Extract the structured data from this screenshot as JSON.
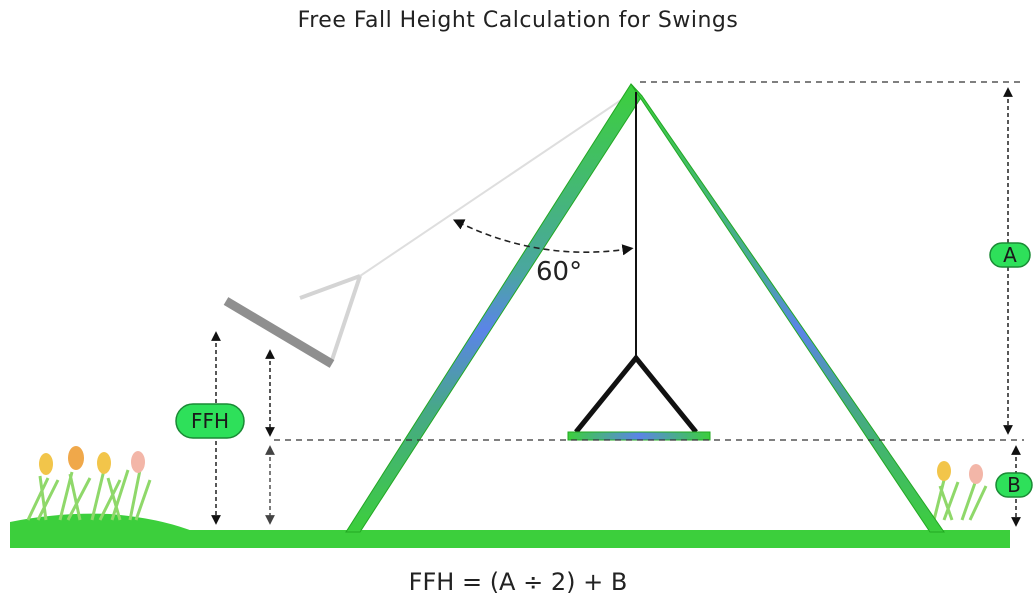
{
  "title": "Free Fall Height Calculation for Swings",
  "angle_label": "60°",
  "labels": {
    "a": "A",
    "b": "B",
    "ffh": "FFH"
  },
  "formula": "FFH = (A ÷ 2) + B",
  "colors": {
    "frame_green": "#3ccf3c",
    "frame_blue": "#5b84e8",
    "ground": "#3ccf3c",
    "badge_fill": "#2ee05a",
    "dashed_line": "#333333",
    "ghost_swing": "#bdbdbd"
  }
}
